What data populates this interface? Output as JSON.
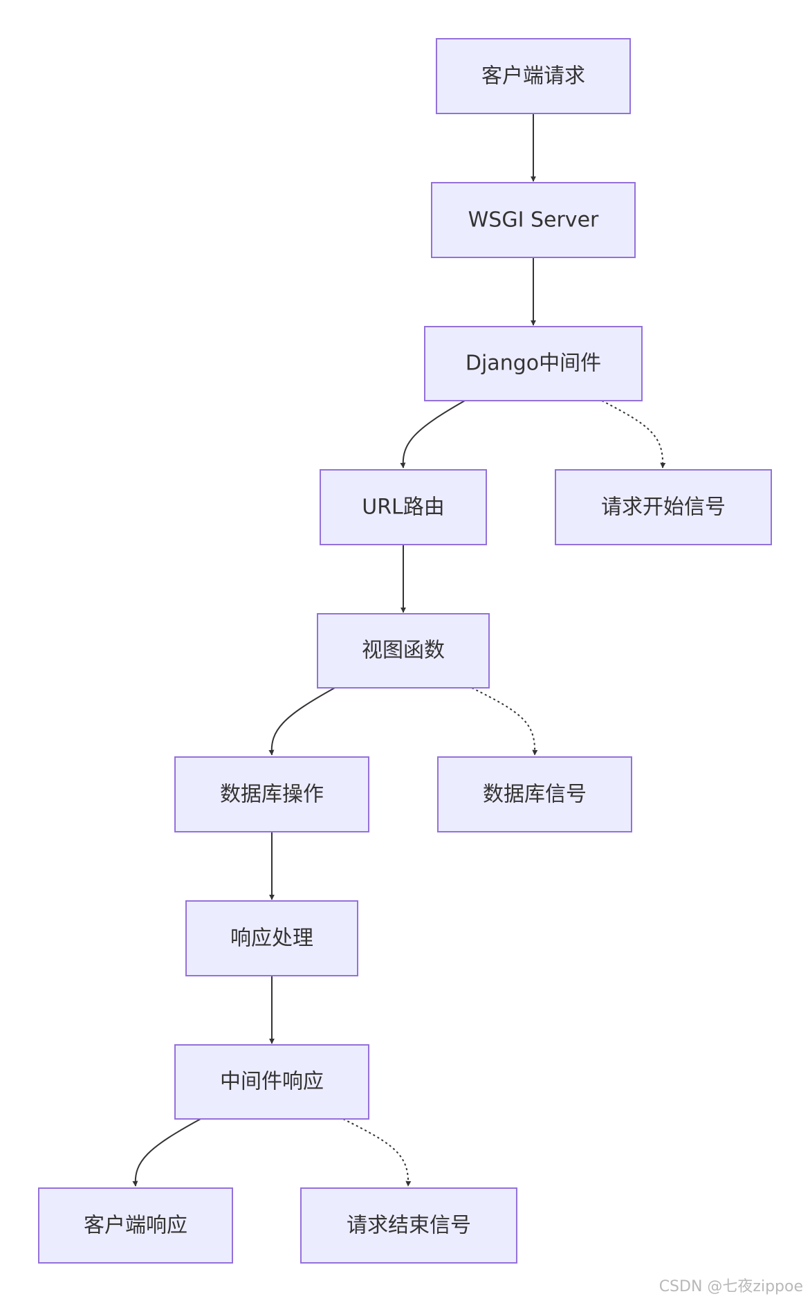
{
  "nodes": {
    "client_request": "客户端请求",
    "wsgi_server": "WSGI Server",
    "django_middleware": "Django中间件",
    "url_routing": "URL路由",
    "request_started_signal": "请求开始信号",
    "view_function": "视图函数",
    "db_operation": "数据库操作",
    "db_signal": "数据库信号",
    "response_processing": "响应处理",
    "middleware_response": "中间件响应",
    "client_response": "客户端响应",
    "request_finished_signal": "请求结束信号"
  },
  "edges": [
    {
      "from": "client_request",
      "to": "wsgi_server",
      "style": "solid"
    },
    {
      "from": "wsgi_server",
      "to": "django_middleware",
      "style": "solid"
    },
    {
      "from": "django_middleware",
      "to": "url_routing",
      "style": "solid"
    },
    {
      "from": "django_middleware",
      "to": "request_started_signal",
      "style": "dotted"
    },
    {
      "from": "url_routing",
      "to": "view_function",
      "style": "solid"
    },
    {
      "from": "view_function",
      "to": "db_operation",
      "style": "solid"
    },
    {
      "from": "view_function",
      "to": "db_signal",
      "style": "dotted"
    },
    {
      "from": "db_operation",
      "to": "response_processing",
      "style": "solid"
    },
    {
      "from": "response_processing",
      "to": "middleware_response",
      "style": "solid"
    },
    {
      "from": "middleware_response",
      "to": "client_response",
      "style": "solid"
    },
    {
      "from": "middleware_response",
      "to": "request_finished_signal",
      "style": "dotted"
    }
  ],
  "colors": {
    "node_fill": "#ececff",
    "node_border": "#9370db",
    "edge": "#333333",
    "text": "#333333"
  },
  "watermark": "CSDN @七夜zippoe"
}
